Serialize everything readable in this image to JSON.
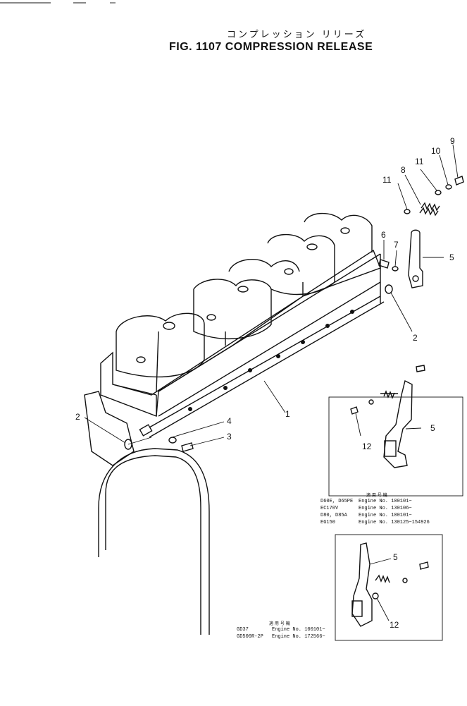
{
  "figure": {
    "title_jp": "コンプレッション リリーズ",
    "title_en": "FIG. 1107 COMPRESSION RELEASE"
  },
  "callouts": {
    "c1": "1",
    "c2a": "2",
    "c2b": "2",
    "c3": "3",
    "c4": "4",
    "c5a": "5",
    "c5b": "5",
    "c5c": "5",
    "c6": "6",
    "c7": "7",
    "c8": "8",
    "c9": "9",
    "c10": "10",
    "c11a": "11",
    "c11b": "11",
    "c12a": "12",
    "c12b": "12"
  },
  "applicability_1": {
    "header": "適 用 号 機",
    "rows": [
      {
        "model": "D60E, D65PE",
        "engine": "Engine No. 100101~"
      },
      {
        "model": "EC170V",
        "engine": "Engine No. 130106~"
      },
      {
        "model": "D80, D85A",
        "engine": "Engine No. 100101~"
      },
      {
        "model": "EG150",
        "engine": "Engine No. 130125~154926"
      }
    ]
  },
  "applicability_2": {
    "header": "適 用 号 機",
    "rows": [
      {
        "model": "GD37",
        "engine": "Engine No. 100101~"
      },
      {
        "model": "GD500R-2P",
        "engine": "Engine No. 172566~"
      }
    ]
  }
}
